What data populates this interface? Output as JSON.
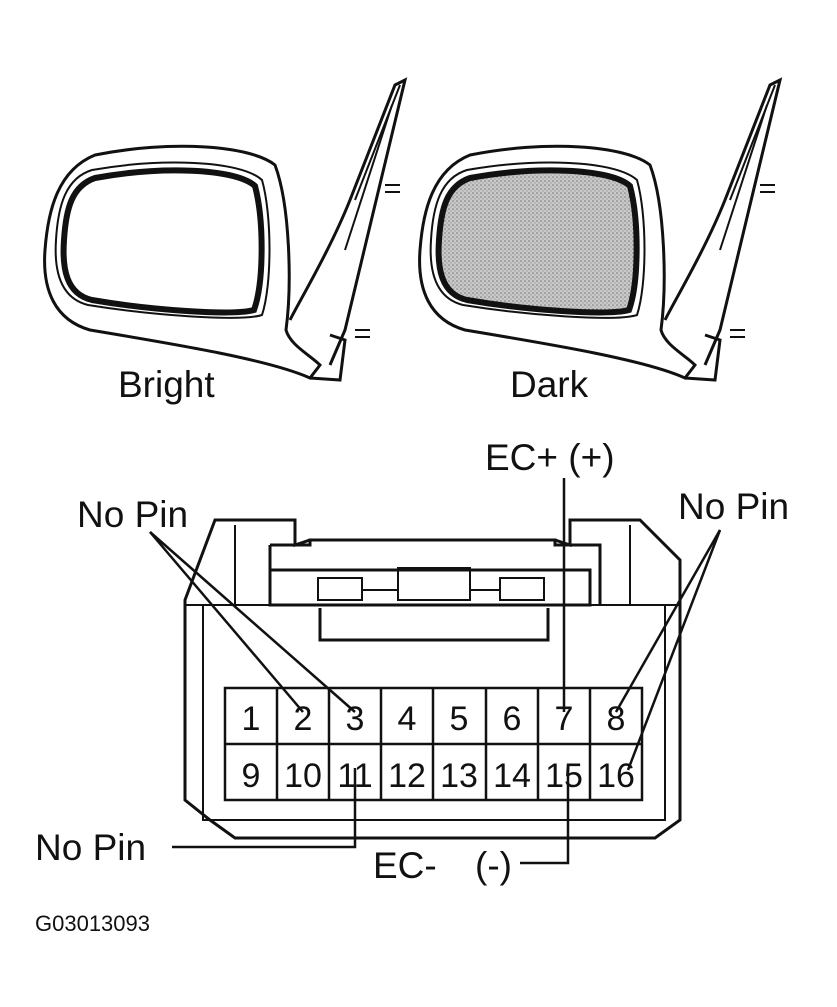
{
  "mirrors": {
    "bright_label": "Bright",
    "dark_label": "Dark"
  },
  "connector": {
    "pins_top": [
      "1",
      "2",
      "3",
      "4",
      "5",
      "6",
      "7",
      "8"
    ],
    "pins_bottom": [
      "9",
      "10",
      "11",
      "12",
      "13",
      "14",
      "15",
      "16"
    ]
  },
  "callouts": {
    "ec_plus": "EC+ (+)",
    "ec_minus": "EC-",
    "ec_minus_sign": "(-)",
    "no_pin_top_left": "No Pin",
    "no_pin_top_right": "No Pin",
    "no_pin_bottom_left": "No Pin"
  },
  "figure_code": "G03013093"
}
